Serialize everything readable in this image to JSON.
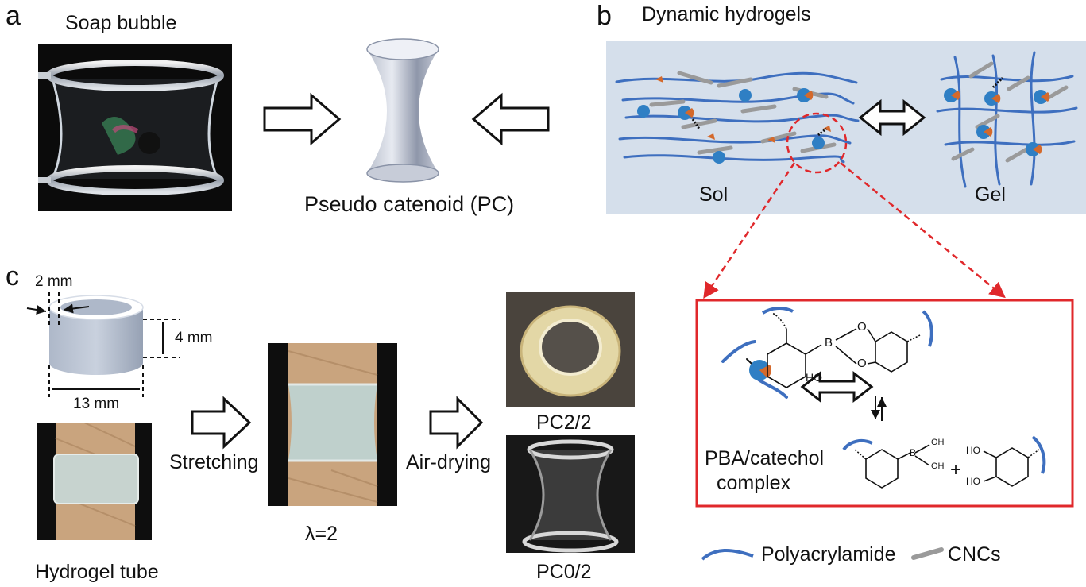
{
  "panel_a": {
    "letter": "a",
    "title": "Soap bubble",
    "shape_label": "Pseudo catenoid (PC)"
  },
  "panel_b": {
    "letter": "b",
    "title": "Dynamic hydrogels",
    "sol_label": "Sol",
    "gel_label": "Gel",
    "complex_label_line1": "PBA/catechol",
    "complex_label_line2": "complex",
    "chem": {
      "o1": "O",
      "o2": "O",
      "b": "B",
      "minus": "-",
      "ho": "HO",
      "oh_top": "OH",
      "oh_bottom": "OH",
      "b2": "B",
      "ho_top": "HO",
      "ho_bottom": "HO",
      "plus": "+"
    },
    "legend": [
      {
        "label": "Polyacrylamide",
        "color": "#3e6fbf"
      },
      {
        "label": "CNCs",
        "color": "#9a9a9a"
      }
    ],
    "colors": {
      "background": "#d5dfeb",
      "chain": "#3e6fbf",
      "pba": "#2f7fc4",
      "catechol": "#d4692b",
      "zoom": "#e0282b"
    }
  },
  "panel_c": {
    "letter": "c",
    "dim_wall": "2 mm",
    "dim_height": "4 mm",
    "dim_diameter": "13 mm",
    "tube_label": "Hydrogel tube",
    "step1": "Stretching",
    "stretch_label": "λ=2",
    "step2": "Air-drying",
    "pc22": "PC2/2",
    "pc02": "PC0/2"
  }
}
